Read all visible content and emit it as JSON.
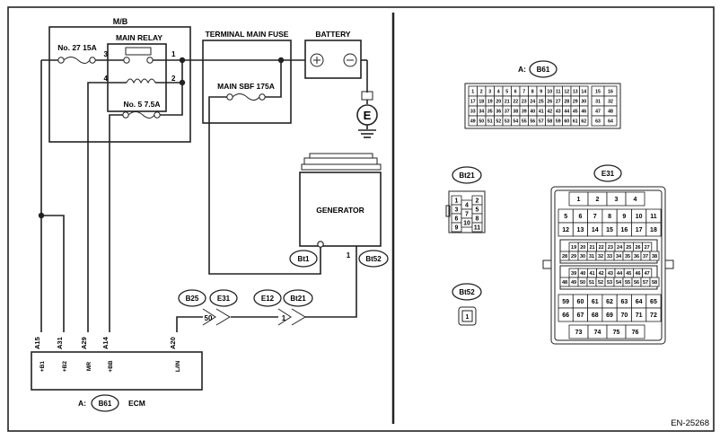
{
  "frame_id": "EN-25268",
  "mb": {
    "label": "M/B",
    "main_relay_label": "MAIN RELAY",
    "fuse_27_label": "No. 27  15A",
    "fuse_5_label": "No. 5  7.5A",
    "relay_pins": {
      "p1": "1",
      "p2": "2",
      "p3": "3",
      "p4": "4"
    }
  },
  "terminal_main_fuse": {
    "label": "TERMINAL MAIN FUSE",
    "sbf_label": "MAIN SBF 175A"
  },
  "battery": {
    "label": "BATTERY",
    "plus": "+",
    "minus": "−",
    "ground": "E"
  },
  "generator": {
    "label": "GENERATOR",
    "connector_bt1": "Bt1",
    "connector_bt52": "Bt52",
    "pin_1": "1"
  },
  "junctions": {
    "j1": {
      "conn_a": "B25",
      "conn_b": "E31",
      "pin": "50"
    },
    "j2": {
      "conn_a": "E12",
      "conn_b": "Bt21",
      "pin": "1"
    }
  },
  "ecm": {
    "prefix": "A:",
    "connector": "B61",
    "label": "ECM",
    "pins": [
      {
        "num": "A15",
        "name": "+B1"
      },
      {
        "num": "A31",
        "name": "+B2"
      },
      {
        "num": "A29",
        "name": "MR"
      },
      {
        "num": "A14",
        "name": "+BB"
      },
      {
        "num": "A20",
        "name": "L/IN"
      }
    ]
  },
  "connector_views": {
    "b61": {
      "prefix": "A:",
      "name": "B61",
      "rows": [
        [
          "1",
          "2",
          "3",
          "4",
          "5",
          "6",
          "7",
          "8",
          "9",
          "10",
          "11",
          "12",
          "13",
          "14",
          "",
          "15",
          "16"
        ],
        [
          "17",
          "18",
          "19",
          "20",
          "21",
          "22",
          "23",
          "24",
          "25",
          "26",
          "27",
          "28",
          "29",
          "30",
          "",
          "31",
          "32"
        ],
        [
          "33",
          "34",
          "35",
          "36",
          "37",
          "38",
          "39",
          "40",
          "41",
          "42",
          "43",
          "44",
          "45",
          "46",
          "",
          "47",
          "48"
        ],
        [
          "49",
          "50",
          "51",
          "52",
          "53",
          "54",
          "55",
          "56",
          "57",
          "58",
          "59",
          "60",
          "61",
          "62",
          "",
          "63",
          "64"
        ]
      ]
    },
    "bt21": {
      "name": "Bt21",
      "left": [
        "1",
        "3",
        "6",
        "9"
      ],
      "mid": [
        "4",
        "7",
        "10"
      ],
      "right": [
        "2",
        "5",
        "8",
        "11"
      ]
    },
    "bt52": {
      "name": "Bt52",
      "pin": "1"
    },
    "e31": {
      "name": "E31",
      "r1": [
        "1",
        "2",
        "3",
        "4"
      ],
      "r2": [
        "5",
        "6",
        "7",
        "8",
        "9",
        "10",
        "11"
      ],
      "r3": [
        "12",
        "13",
        "14",
        "15",
        "16",
        "17",
        "18"
      ],
      "r4": [
        "19",
        "20",
        "21",
        "22",
        "23",
        "24",
        "25",
        "26",
        "27"
      ],
      "r5": [
        "28",
        "29",
        "30",
        "31",
        "32",
        "33",
        "34",
        "35",
        "36",
        "37",
        "38"
      ],
      "r6": [
        "39",
        "40",
        "41",
        "42",
        "43",
        "44",
        "45",
        "46",
        "47"
      ],
      "r7": [
        "48",
        "49",
        "50",
        "51",
        "52",
        "53",
        "54",
        "55",
        "56",
        "57",
        "58"
      ],
      "r8": [
        "59",
        "60",
        "61",
        "62",
        "63",
        "64",
        "65"
      ],
      "r9": [
        "66",
        "67",
        "68",
        "69",
        "70",
        "71",
        "72"
      ],
      "r10": [
        "73",
        "74",
        "75",
        "76"
      ]
    }
  }
}
